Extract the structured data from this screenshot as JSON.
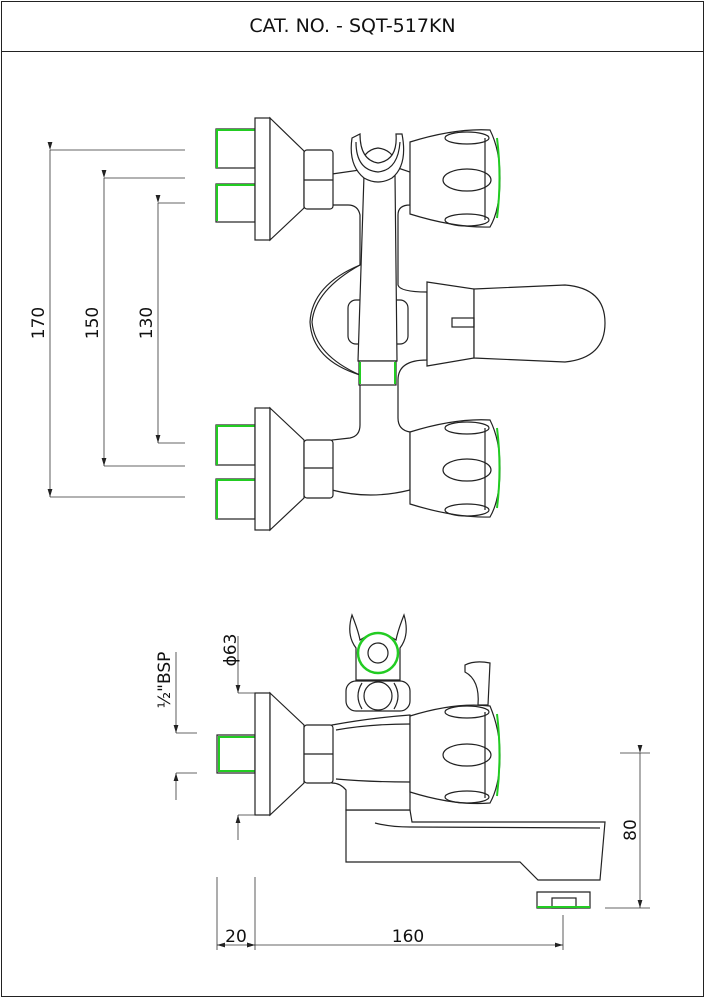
{
  "header": {
    "title": "CAT. NO. - SQT-517KN"
  },
  "dimensions": {
    "d170": "170",
    "d150": "150",
    "d130": "130",
    "bsp": "½\"BSP",
    "phi63": "ϕ63",
    "d80": "80",
    "d20": "20",
    "d160": "160"
  },
  "colors": {
    "line": "#222222",
    "highlight": "#22cc22"
  }
}
